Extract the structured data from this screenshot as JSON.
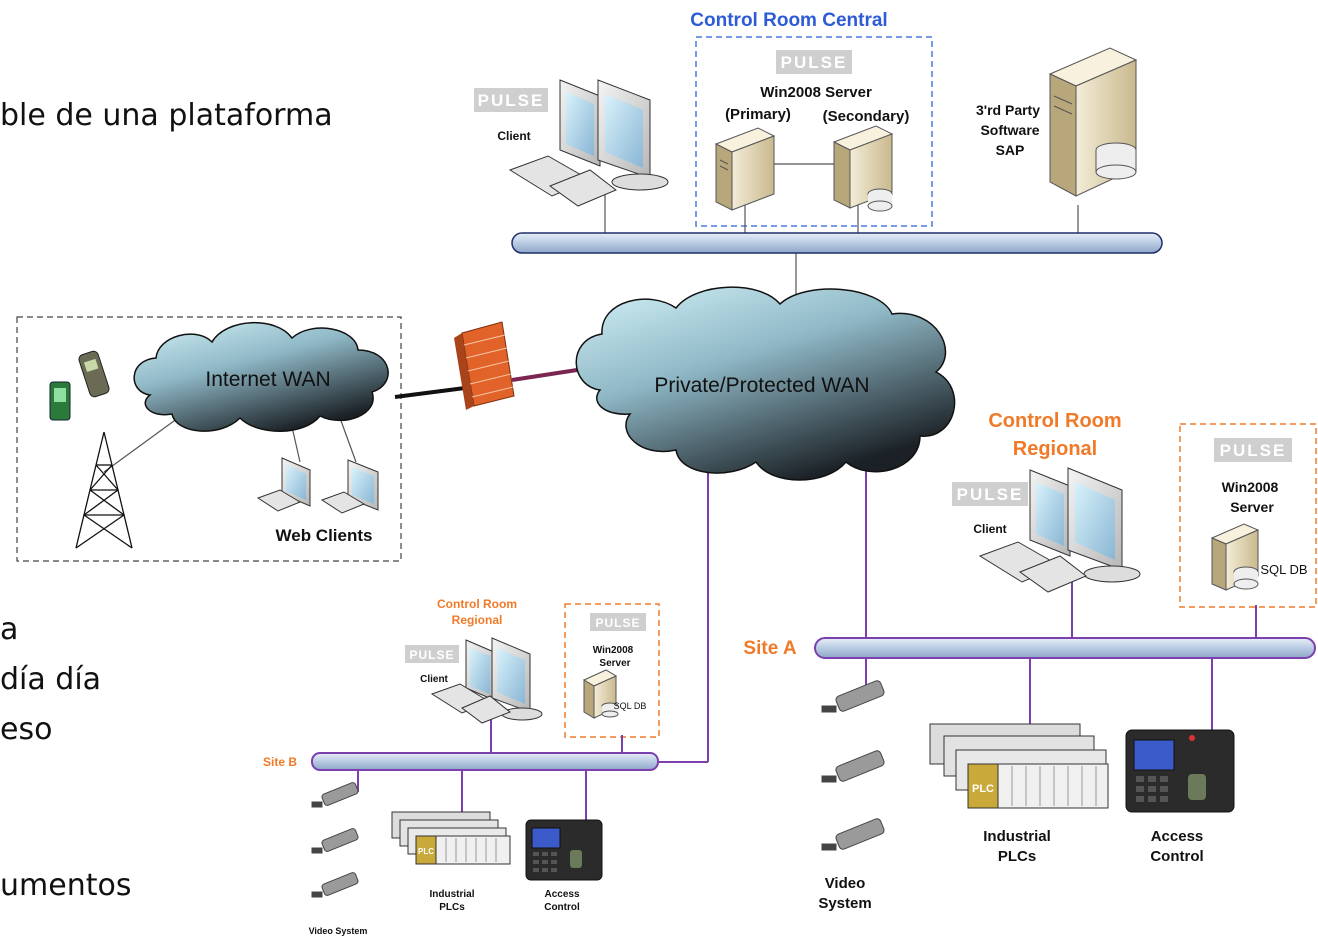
{
  "slide_text": {
    "line1": "ble de una plataforma",
    "line2": "a",
    "line3": "día día",
    "line4": "eso",
    "line5": "umentos"
  },
  "diagram": {
    "central_title": "Control Room Central",
    "central_server_heading": "Win2008 Server",
    "central_primary": "(Primary)",
    "central_secondary": "(Secondary)",
    "central_client": "Client",
    "third_party": [
      "3'rd Party",
      "Software",
      "SAP"
    ],
    "internet_wan": "Internet WAN",
    "private_wan": "Private/Protected WAN",
    "web_clients": "Web Clients",
    "regional_a_title": [
      "Control Room",
      "Regional"
    ],
    "regional_a_client": "Client",
    "regional_a_server": [
      "Win2008",
      "Server"
    ],
    "regional_a_db": "SQL DB",
    "site_a": "Site A",
    "site_a_video": [
      "Video",
      "System"
    ],
    "site_a_plcs": [
      "Industrial",
      "PLCs"
    ],
    "site_a_access": [
      "Access",
      "Control"
    ],
    "regional_b_title": [
      "Control Room",
      "Regional"
    ],
    "regional_b_client": "Client",
    "regional_b_server": [
      "Win2008",
      "Server"
    ],
    "regional_b_db": "SQL DB",
    "site_b": "Site B",
    "site_b_video": "Video System",
    "site_b_plcs": [
      "Industrial",
      "PLCs"
    ],
    "site_b_access": [
      "Access",
      "Control"
    ],
    "brand": "PULSE",
    "plc_tag": "PLC"
  },
  "colors": {
    "accent_blue": "#2e5cd6",
    "accent_orange": "#f07a28",
    "bus_fill": "#c9d7ea",
    "purple_link": "#7b3fb0"
  }
}
